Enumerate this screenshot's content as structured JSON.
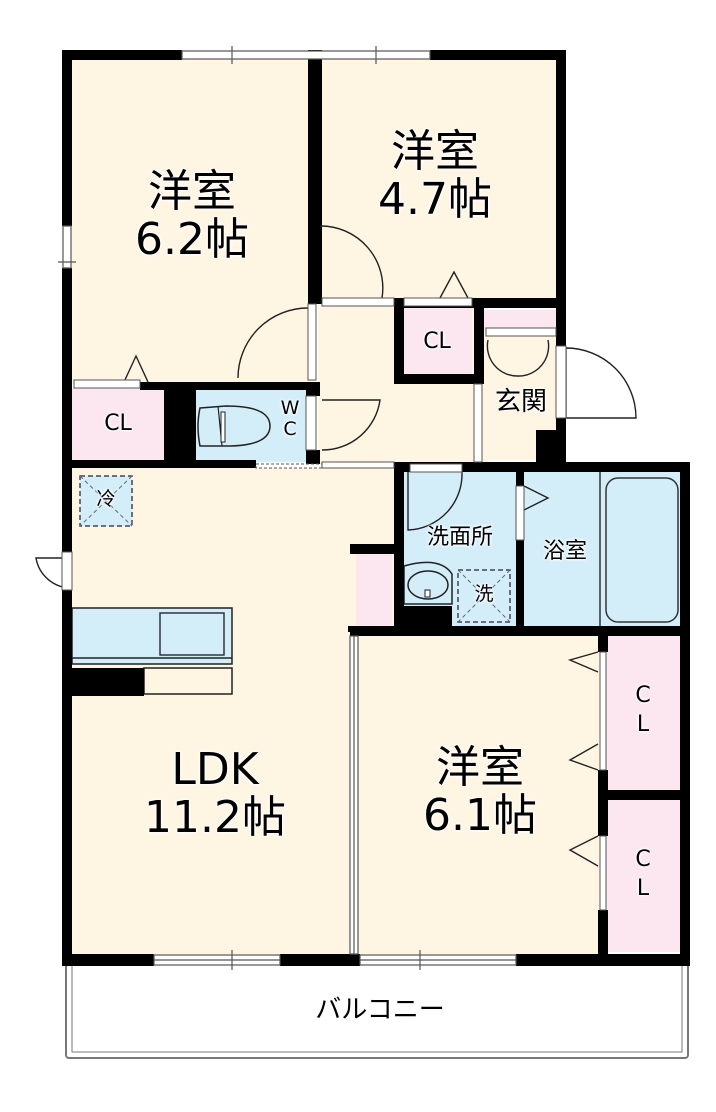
{
  "plan": {
    "colors": {
      "floor": "#fff5e3",
      "closet": "#fce6ef",
      "wet": "#d3eef9",
      "wall": "#000000",
      "balcony": "#ffffff"
    },
    "rooms": {
      "western_room_1": {
        "name": "洋室",
        "size": "6.2帖"
      },
      "western_room_2": {
        "name": "洋室",
        "size": "4.7帖"
      },
      "western_room_3": {
        "name": "洋室",
        "size": "6.1帖"
      },
      "ldk": {
        "name": "LDK",
        "size": "11.2帖"
      },
      "entrance": {
        "name": "玄関"
      },
      "washroom": {
        "name": "洗面所"
      },
      "bathroom": {
        "name": "浴室"
      },
      "toilet": {
        "line1": "W",
        "line2": "C"
      },
      "balcony": {
        "name": "バルコニー"
      }
    },
    "closets": {
      "cl_left": "CL",
      "cl_hall": "CL",
      "cl_right_top": {
        "line1": "C",
        "line2": "L"
      },
      "cl_right_bottom": {
        "line1": "C",
        "line2": "L"
      }
    },
    "appliances": {
      "fridge": "冷",
      "washer": "洗"
    }
  }
}
